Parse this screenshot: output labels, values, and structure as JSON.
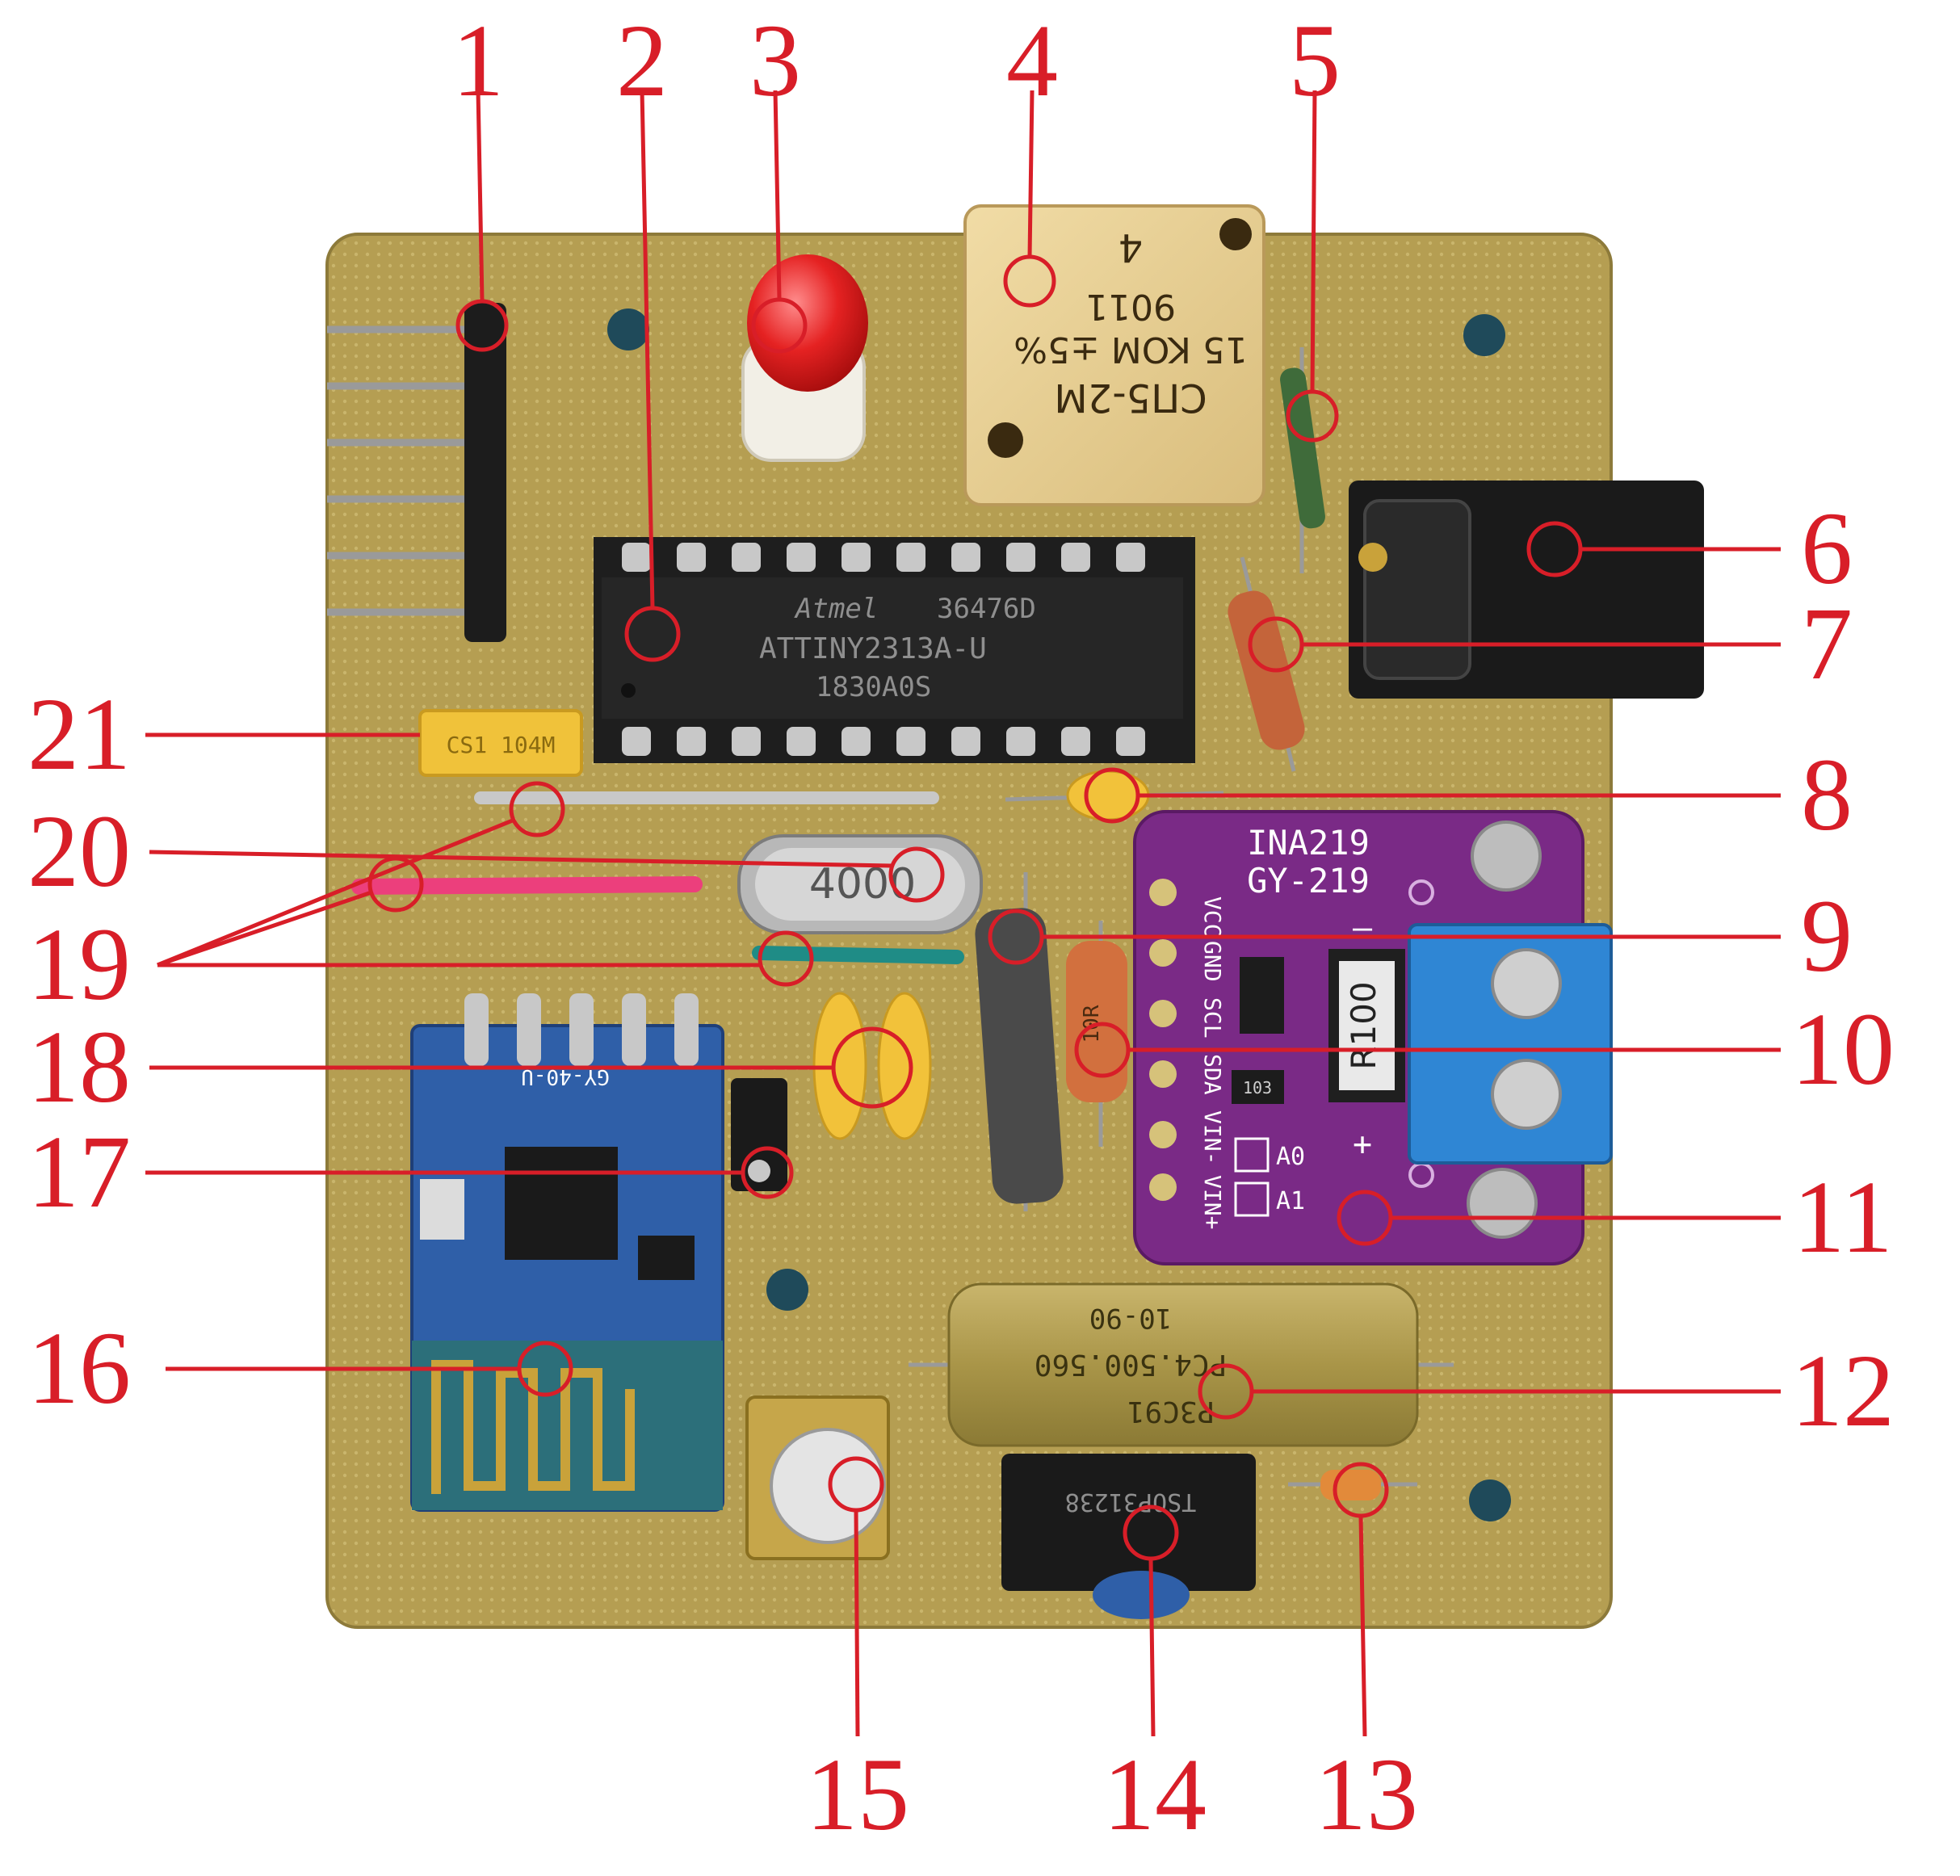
{
  "figure": {
    "callouts": [
      "1",
      "2",
      "3",
      "4",
      "5",
      "6",
      "7",
      "8",
      "9",
      "10",
      "11",
      "12",
      "13",
      "14",
      "15",
      "16",
      "17",
      "18",
      "19",
      "20",
      "21"
    ]
  },
  "board_text": {
    "mcu_brand": "Atmel",
    "mcu_code": "36476D",
    "mcu_part": "ATTINY2313A-U",
    "mcu_date": "1830A0S",
    "pot_number": "4",
    "pot_code": "9011",
    "pot_value": "15 KOM ±5%",
    "pot_type": "СП5-2М",
    "crystal": "4000",
    "ina_title": "INA219",
    "ina_subtitle": "GY-219",
    "ina_pins": [
      "VCC",
      "GND",
      "SCL",
      "SDA",
      "VIN-",
      "VIN+"
    ],
    "ina_a0": "A0",
    "ina_a1": "A1",
    "ina_minus": "–",
    "ina_plus": "+",
    "shunt": "R100",
    "ina_chip": "103",
    "cap_tantalum": "CS1 104M",
    "cap_film": "PC4.500.560",
    "cap_film_type": "P3C91",
    "cap_film_date": "10-90",
    "ir_receiver": "TSOP31238",
    "resistor_10": "10R",
    "rf_module": "GY-40-U"
  },
  "colors": {
    "accent": "#d81e28",
    "pcb": "#b39b4e",
    "ina_board": "#7a2a86",
    "rf_board": "#2f5fa8",
    "terminal": "#2f86d4"
  }
}
